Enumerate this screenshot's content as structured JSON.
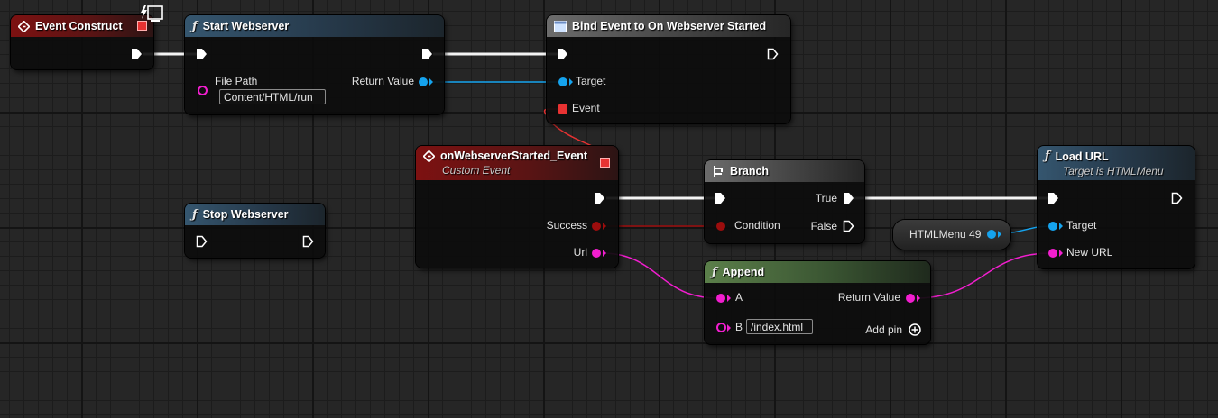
{
  "colors": {
    "exec": "#ffffff",
    "object": "#15a3ee",
    "string": "#f21ecf",
    "boolean": "#9c0d0d",
    "delegate": "#e83232",
    "event_header": "#7d1111",
    "function_header": "#35566f",
    "pure_function_header": "#5b7f4a"
  },
  "nodes": {
    "event_construct": {
      "title": "Event Construct",
      "icons": [
        "event-diamond-icon",
        "debug-monitor-icon"
      ]
    },
    "start_webserver": {
      "title": "Start Webserver",
      "icon": "function-icon",
      "pins": {
        "file_path": "File Path",
        "file_path_value": "Content/HTML/run",
        "return_value": "Return Value"
      }
    },
    "bind_event": {
      "title": "Bind Event to On Webserver Started",
      "icon": "delegate-icon",
      "pins": {
        "target": "Target",
        "event": "Event"
      }
    },
    "custom_event": {
      "title": "onWebserverStarted_Event",
      "subtitle": "Custom Event",
      "icon": "event-diamond-icon",
      "pins": {
        "success": "Success",
        "url": "Url"
      }
    },
    "stop_webserver": {
      "title": "Stop Webserver",
      "icon": "function-icon"
    },
    "branch": {
      "title": "Branch",
      "icon": "branch-icon",
      "pins": {
        "condition": "Condition",
        "true": "True",
        "false": "False"
      }
    },
    "append": {
      "title": "Append",
      "icon": "function-icon",
      "pins": {
        "a": "A",
        "b": "B",
        "b_value": "/index.html",
        "return_value": "Return Value",
        "add_pin": "Add pin"
      }
    },
    "htmlmenu_var": {
      "label": "HTMLMenu 49"
    },
    "load_url": {
      "title": "Load URL",
      "subtitle": "Target is HTMLMenu",
      "icon": "function-icon",
      "pins": {
        "target": "Target",
        "new_url": "New URL"
      }
    }
  }
}
